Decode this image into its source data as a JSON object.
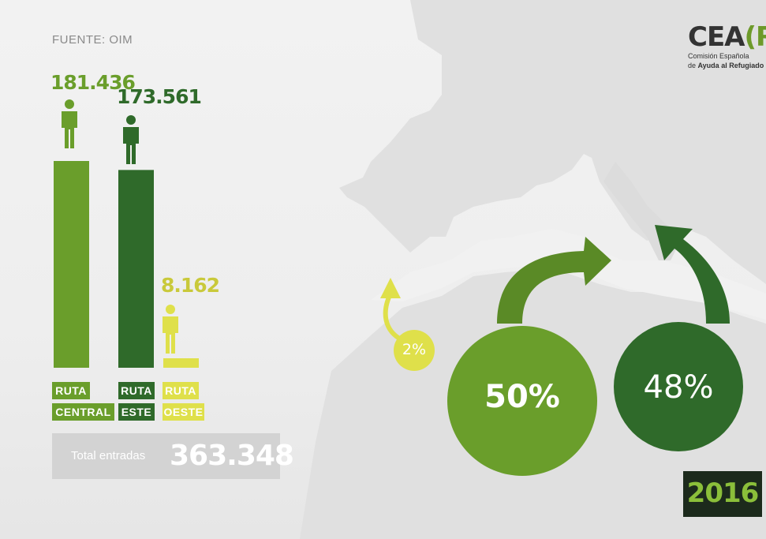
{
  "source_label": "FUENTE: OIM",
  "logo": {
    "mark_prefix": "CEA",
    "mark_bracket": "(R)",
    "line1": "Comisión Española",
    "line2_prefix": "de ",
    "line2_bold": "Ayuda al Refugiado"
  },
  "total": {
    "label": "Total entradas",
    "value": "363.348"
  },
  "year": "2016",
  "colors": {
    "central": "#6a9e2b",
    "este": "#2f6a2a",
    "oeste": "#dfe04a",
    "bg": "#efefef",
    "map": "#e0e0e0",
    "total_box": "#d3d3d3"
  },
  "chart_data": {
    "type": "bar",
    "categories": [
      "RUTA CENTRAL",
      "RUTA ESTE",
      "RUTA OESTE"
    ],
    "values": [
      181436,
      173561,
      8162
    ],
    "value_labels": [
      "181.436",
      "173.561",
      "8.162"
    ],
    "tag_lines": [
      [
        "RUTA",
        "CENTRAL"
      ],
      [
        "RUTA",
        "ESTE"
      ],
      [
        "RUTA",
        "OESTE"
      ]
    ],
    "shares": [
      {
        "label": "50%",
        "value": 50
      },
      {
        "label": "48%",
        "value": 48
      },
      {
        "label": "2%",
        "value": 2
      }
    ],
    "icon": "person-icon",
    "grid": false
  }
}
